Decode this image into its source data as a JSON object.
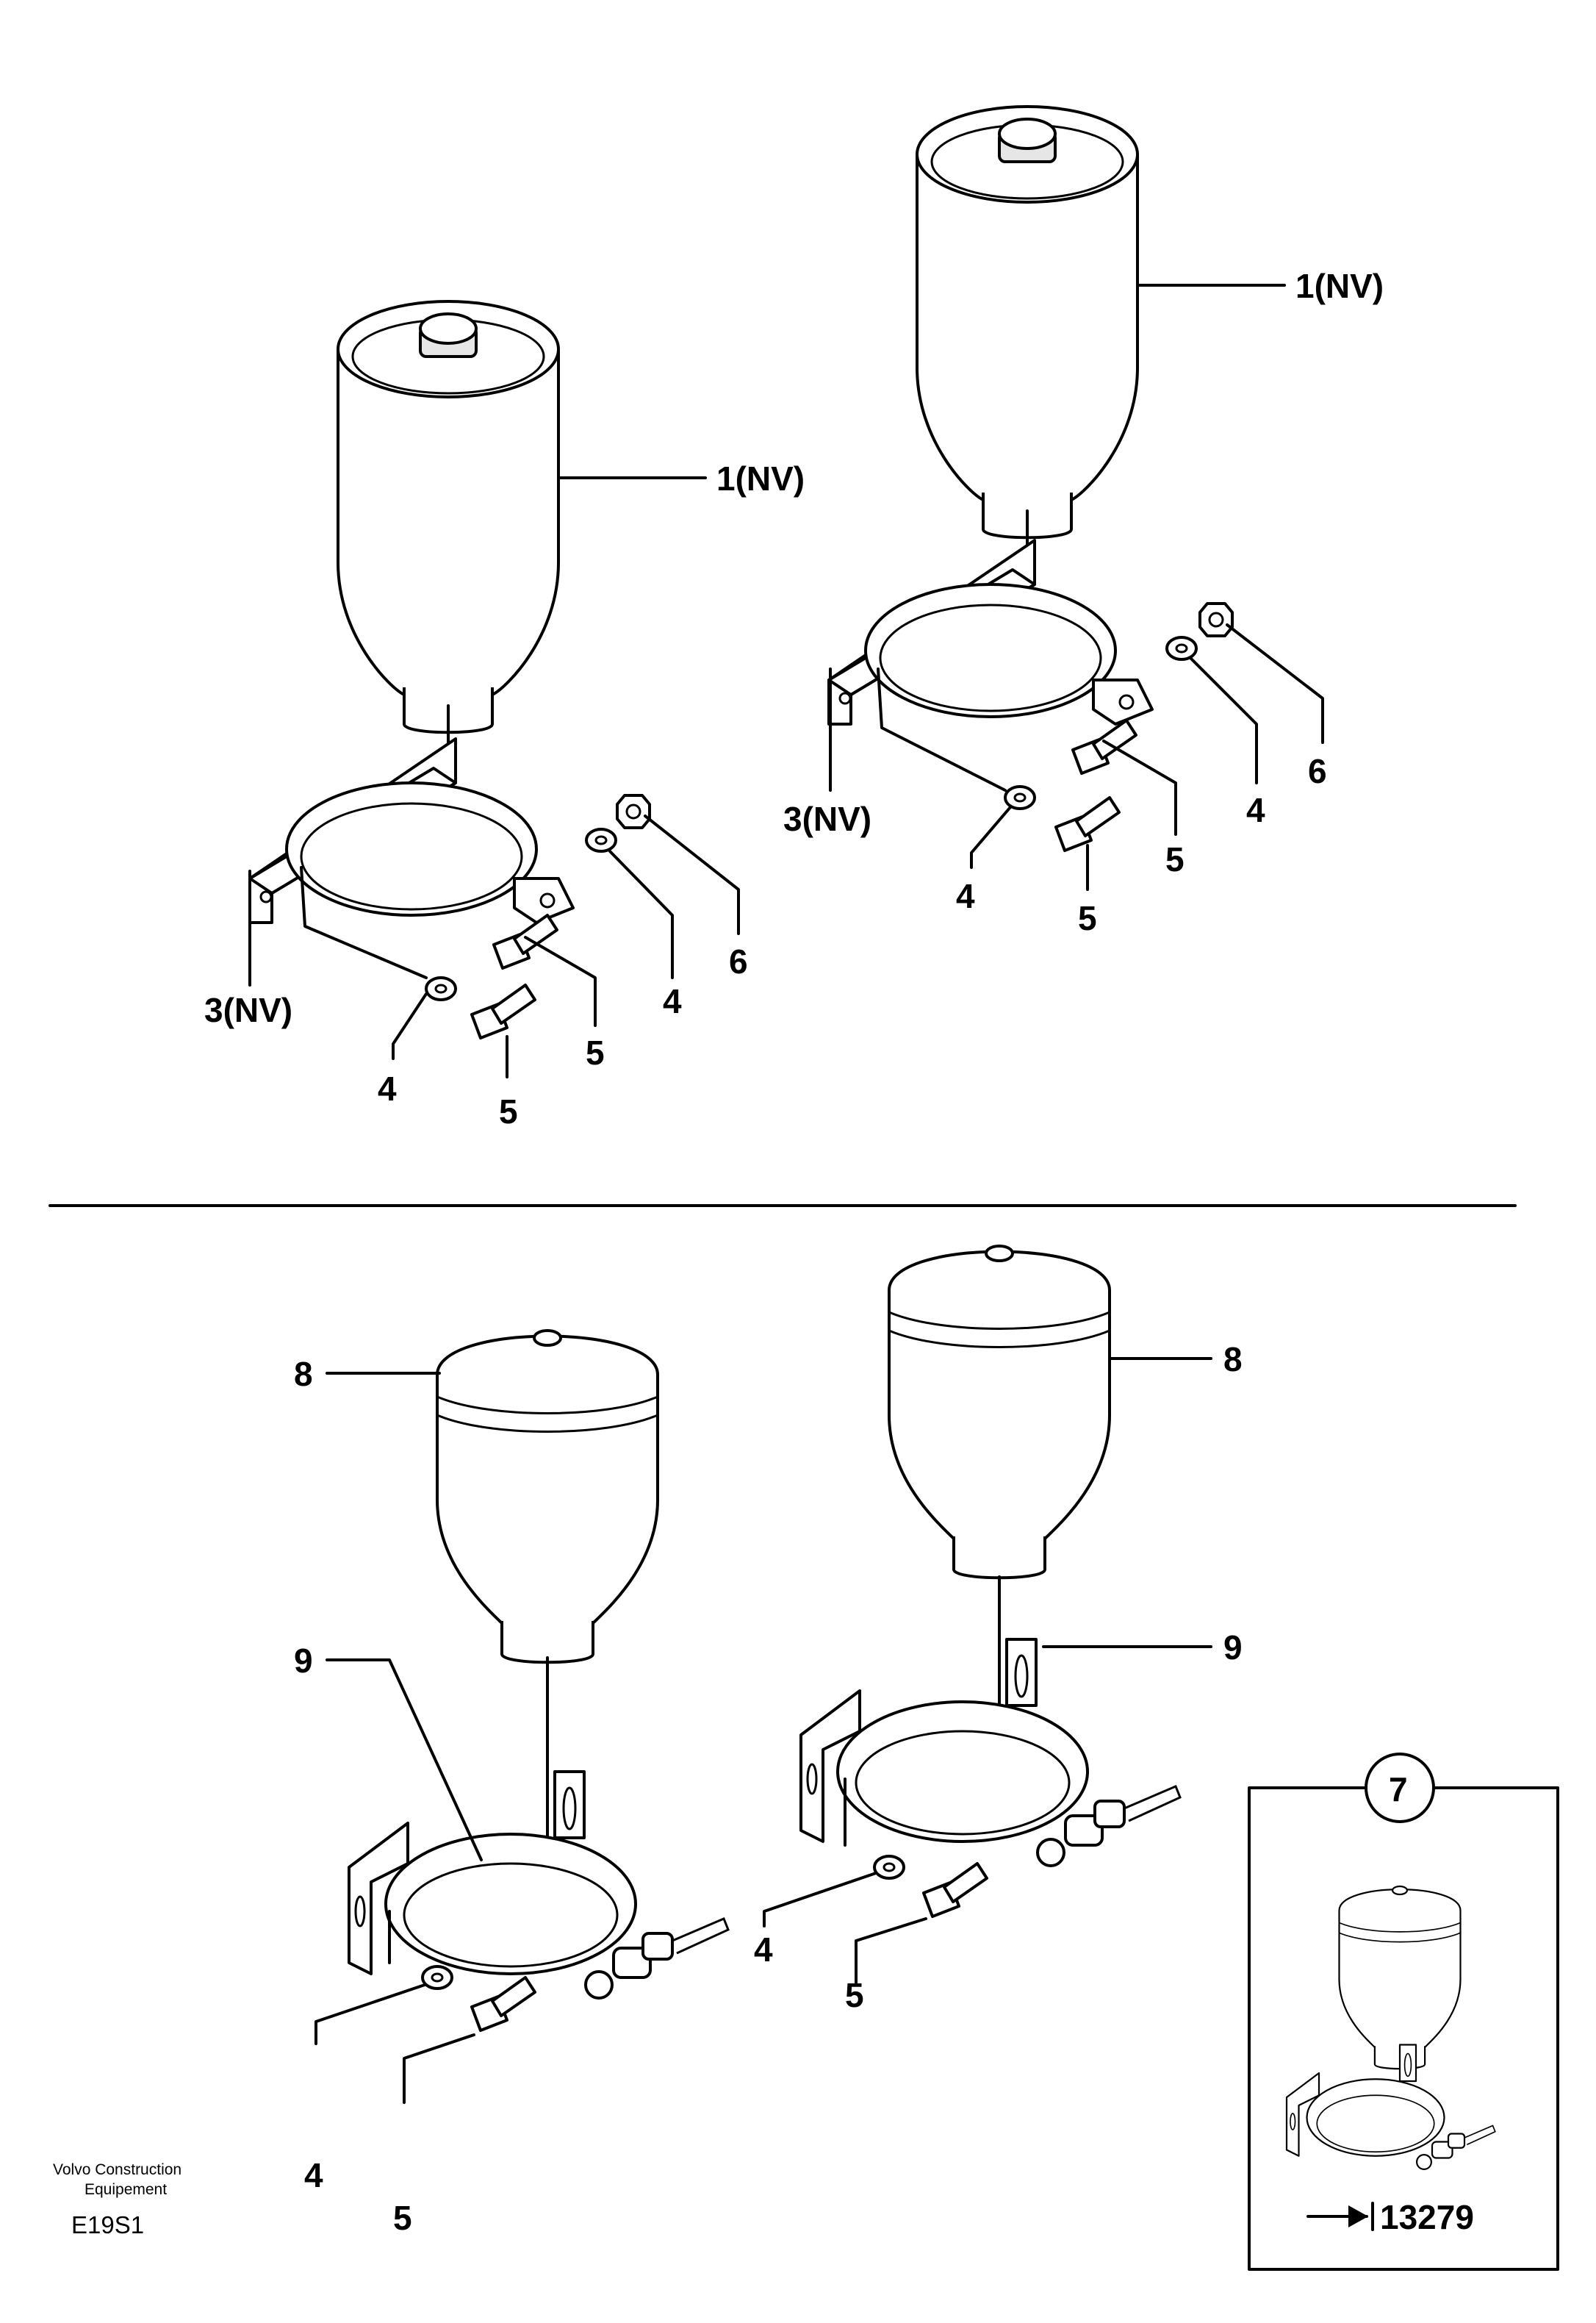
{
  "labels": {
    "l1a": "1(NV)",
    "l1b": "1(NV)",
    "l3a": "3(NV)",
    "l3b": "3(NV)",
    "l4a": "4",
    "l4b": "4",
    "l4c": "4",
    "l4d": "4",
    "l4e": "4",
    "l4f": "4",
    "l5a": "5",
    "l5b": "5",
    "l5c": "5",
    "l5d": "5",
    "l5e": "5",
    "l5f": "5",
    "l6a": "6",
    "l6b": "6",
    "l8a": "8",
    "l8b": "8",
    "l9a": "9",
    "l9b": "9",
    "l7": "7"
  },
  "inset": {
    "reference": "13279",
    "marker": "arrow-to-bar-icon"
  },
  "footer": {
    "brand_line1": "Volvo Construction",
    "brand_line2": "Equipement",
    "code": "E19S1"
  }
}
